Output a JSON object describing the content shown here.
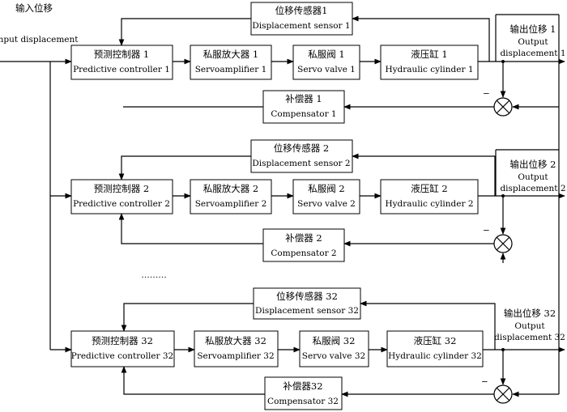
{
  "input": {
    "zh": "输入位移",
    "en": "Input displacement"
  },
  "ellipsis": "………",
  "minus": "−",
  "plus": "+",
  "rows": [
    {
      "sensor": {
        "zh": "位移传感器1",
        "en": "Displacement sensor 1"
      },
      "controller": {
        "zh": "预测控制器 1",
        "en": "Predictive controller 1"
      },
      "servoamp": {
        "zh": "私服放大器 1",
        "en": "Servoamplifier 1"
      },
      "valve": {
        "zh": "私服阀 1",
        "en": "Servo valve 1"
      },
      "cylinder": {
        "zh": "液压缸 1",
        "en": "Hydraulic cylinder 1"
      },
      "compensator": {
        "zh": "补偿器 1",
        "en": "Compensator 1"
      },
      "output": {
        "zh": "输出位移 1",
        "en1": "Output",
        "en2": "displacement 1"
      }
    },
    {
      "sensor": {
        "zh": "位移传感器 2",
        "en": "Displacement sensor 2"
      },
      "controller": {
        "zh": "预测控制器 2",
        "en": "Predictive controller 2"
      },
      "servoamp": {
        "zh": "私服放大器 2",
        "en": "Servoamplifier 2"
      },
      "valve": {
        "zh": "私服阀 2",
        "en": "Servo valve 2"
      },
      "cylinder": {
        "zh": "液压缸 2",
        "en": "Hydraulic cylinder 2"
      },
      "compensator": {
        "zh": "补偿器 2",
        "en": "Compensator 2"
      },
      "output": {
        "zh": "输出位移 2",
        "en1": "Output",
        "en2": "displacement 2"
      }
    },
    {
      "sensor": {
        "zh": "位移传感器 32",
        "en": "Displacement sensor 32"
      },
      "controller": {
        "zh": "预测控制器 32",
        "en": "Predictive controller 32"
      },
      "servoamp": {
        "zh": "私服放大器 32",
        "en": "Servoamplifier 32"
      },
      "valve": {
        "zh": "私服阀 32",
        "en": "Servo valve 32"
      },
      "cylinder": {
        "zh": "液压缸 32",
        "en": "Hydraulic cylinder 32"
      },
      "compensator": {
        "zh": "补偿器32",
        "en": "Compensator 32"
      },
      "output": {
        "zh": "输出位移 32",
        "en1": "Output",
        "en2": "displacement 32"
      }
    }
  ]
}
